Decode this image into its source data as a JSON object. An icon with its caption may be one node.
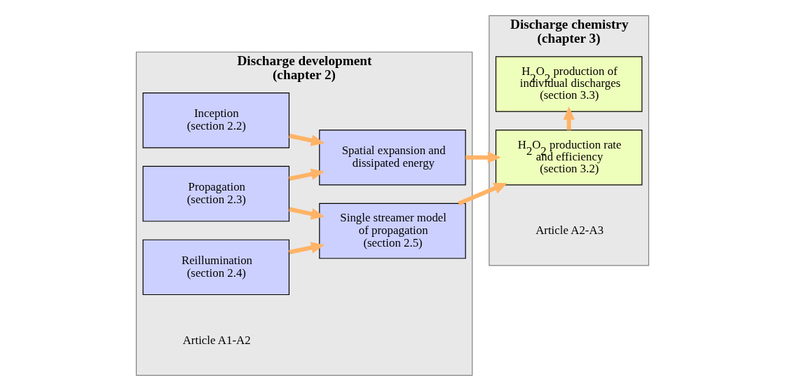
{
  "diagram": {
    "nodes": [
      {
        "text": [
          "Discharge development (chapter 2)"
        ]
      },
      {
        "text": [
          "Inception (section 2.2)"
        ],
        "in": 0
      },
      {
        "text": [
          "Propagation (section 2.3)"
        ],
        "in": 0
      },
      {
        "text": [
          "Reillumination (section 2.4)"
        ],
        "in": 0
      },
      {
        "text": [
          "Spatial expansion and dissipated energy"
        ],
        "in": 0
      },
      {
        "text": [
          "Single streamer model of propagation (section 2.5)"
        ],
        "in": 0
      },
      {
        "text": [
          "Discharge chemistry (chapter 3)"
        ]
      },
      {
        "text": [
          "H$_{2}$O$_{2}$ production rate and efficiency (section 3.2)"
        ],
        "in": 6
      },
      {
        "text": [
          "H$_{2}$O$_{2}$ production of individual discharges (section 3.3)"
        ],
        "in": 6
      }
    ],
    "edges": [
      {
        "from": 1,
        "to": 4,
        "arrow": "to"
      },
      {
        "from": 2,
        "to": 4,
        "arrow": "to"
      },
      {
        "from": 2,
        "to": 5,
        "arrow": "to"
      },
      {
        "from": 3,
        "to": 5,
        "arrow": "to"
      },
      {
        "from": 4,
        "to": 7,
        "arrow": "to"
      },
      {
        "from": 5,
        "to": 7,
        "arrow": "to"
      },
      {
        "from": 7,
        "to": 8,
        "arrow": "to"
      }
    ],
    "labels": [
      "Article A1-A2",
      "Article A2-A3"
    ]
  }
}
